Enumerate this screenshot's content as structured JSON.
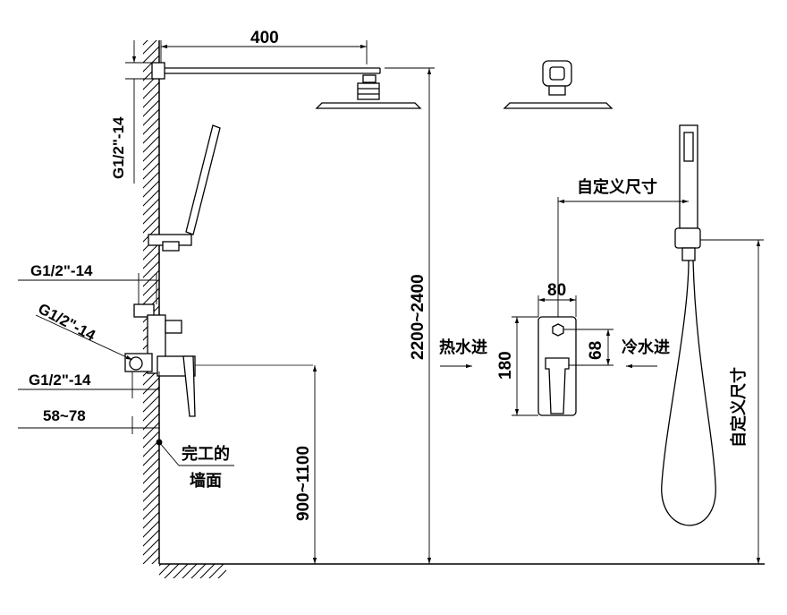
{
  "dimensions": {
    "arm_length": "400",
    "thread_top": "G1/2\"-14",
    "thread_mid": "G1/2\"-14",
    "thread_diag": "G1/2\"-14",
    "thread_low": "G1/2\"-14",
    "wall_depth": "58~78",
    "shower_height": "2200~2400",
    "valve_height": "900~1100",
    "plate_width": "80",
    "plate_height": "180",
    "inlet_spacing": "68",
    "custom_size_h": "自定义尺寸",
    "custom_size_v": "自定义尺寸"
  },
  "labels": {
    "finished_wall_line1": "完工的",
    "finished_wall_line2": "墙面",
    "hot_inlet": "热水进",
    "cold_inlet": "冷水进"
  }
}
